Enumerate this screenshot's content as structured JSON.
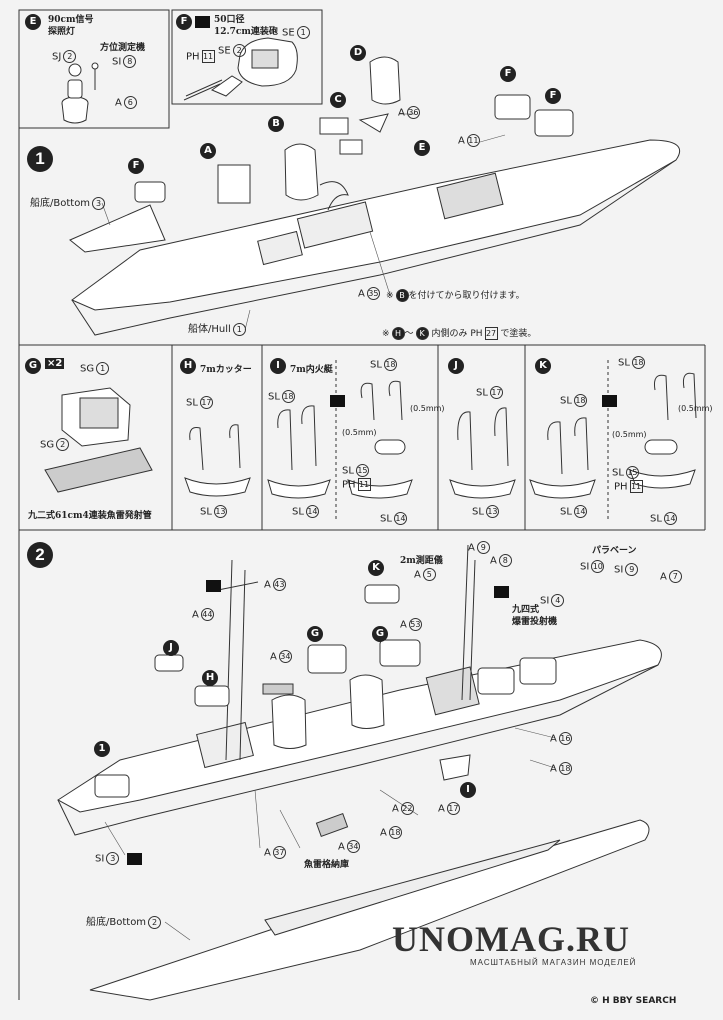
{
  "section_e": {
    "badge": "E",
    "title_line1": "90cm信号",
    "title_line2": "探照灯",
    "sj": "SJ",
    "sj_num": "2",
    "mount_name": "方位測定機",
    "si": "SI",
    "si_num": "8",
    "a": "A",
    "a_num": "6"
  },
  "section_f": {
    "badge": "F",
    "title_line1": "50口径",
    "title_line2": "12.7cm連装砲",
    "se1": "SE",
    "se1_num": "1",
    "se2": "SE",
    "se2_num": "2",
    "ph": "PH",
    "ph_num": "11"
  },
  "step1": {
    "number": "1",
    "badges": [
      "A",
      "B",
      "C",
      "D",
      "E",
      "F",
      "F",
      "F"
    ],
    "bottom_label": "船底/Bottom",
    "bottom_num": "3",
    "hull_label": "船体/Hull",
    "hull_num": "1",
    "a36": "A",
    "a36_num": "36",
    "a11": "A",
    "a11_num": "11",
    "a35": "A",
    "a35_num": "35",
    "note1_pre": "※",
    "note1_badge": "B",
    "note1_post": "を付けてから取り付けます。",
    "note2_pre": "※",
    "note2_badge1": "H",
    "note2_mid": "〜",
    "note2_badge2": "K",
    "note2_post1": "内側のみ",
    "note2_ph": "PH",
    "note2_ph_num": "27",
    "note2_post2": "で塗装。"
  },
  "section_g": {
    "badge": "G",
    "mult": "×2",
    "sg1": "SG",
    "sg1_num": "1",
    "sg2": "SG",
    "sg2_num": "2",
    "caption": "九二式61cm4連装魚雷発射管"
  },
  "section_h": {
    "badge": "H",
    "title": "7mカッター",
    "sl_top": "SL",
    "sl_top_num": "17",
    "sl_bot": "SL",
    "sl_bot_num": "13"
  },
  "section_i": {
    "badge": "I",
    "title": "7m内火艇",
    "sl18": "SL",
    "sl18_num": "18",
    "sl14": "SL",
    "sl14_num": "14",
    "sl18b": "SL",
    "sl18b_num": "18",
    "sl15": "SL",
    "sl15_num": "15",
    "ph": "PH",
    "ph_num": "11",
    "sl14b": "SL",
    "sl14b_num": "14",
    "dim1": "(0.5mm)",
    "dim2": "(0.5mm)"
  },
  "section_j": {
    "badge": "J",
    "sl_top": "SL",
    "sl_top_num": "17",
    "sl_bot": "SL",
    "sl_bot_num": "13"
  },
  "section_k": {
    "badge": "K",
    "sl18": "SL",
    "sl18_num": "18",
    "sl14": "SL",
    "sl14_num": "14",
    "sl18b": "SL",
    "sl18b_num": "18",
    "sl15": "SL",
    "sl15_num": "15",
    "ph": "PH",
    "ph_num": "11",
    "sl14b": "SL",
    "sl14b_num": "14",
    "dim1": "(0.5mm)",
    "dim2": "(0.5mm)"
  },
  "step2": {
    "number": "2",
    "badges": [
      "K",
      "G",
      "G",
      "J",
      "H",
      "1",
      "I"
    ],
    "rangefinder": "2m測距儀",
    "paravane": "パラベーン",
    "depth_charge_line1": "九四式",
    "depth_charge_line2": "爆雷投射機",
    "torpedo_store": "魚雷格納庫",
    "bottom_label": "船底/Bottom",
    "bottom_num": "2",
    "parts": {
      "a9": [
        "A",
        "9"
      ],
      "a8": [
        "A",
        "8"
      ],
      "a5": [
        "A",
        "5"
      ],
      "a53": [
        "A",
        "53"
      ],
      "a43": [
        "A",
        "43"
      ],
      "a44": [
        "A",
        "44"
      ],
      "a34": [
        "A",
        "34"
      ],
      "si10": [
        "SI",
        "10"
      ],
      "si9": [
        "SI",
        "9"
      ],
      "a7": [
        "A",
        "7"
      ],
      "si4": [
        "SI",
        "4"
      ],
      "a16": [
        "A",
        "16"
      ],
      "a18": [
        "A",
        "18"
      ],
      "a22": [
        "A",
        "22"
      ],
      "a17": [
        "A",
        "17"
      ],
      "a18b": [
        "A",
        "18"
      ],
      "a34b": [
        "A",
        "34"
      ],
      "a37": [
        "A",
        "37"
      ],
      "si3": [
        "SI",
        "3"
      ]
    }
  },
  "watermark": {
    "brand": "UNOMAG.RU",
    "tagline": "МАСШТАБНЫЙ МАГАЗИН МОДЕЛЕЙ",
    "hobby": "H BBY SEARCH",
    "copyright": "©"
  },
  "colors": {
    "ink": "#222222",
    "paper": "#f3f3f3",
    "hull_fill": "#ffffff"
  }
}
